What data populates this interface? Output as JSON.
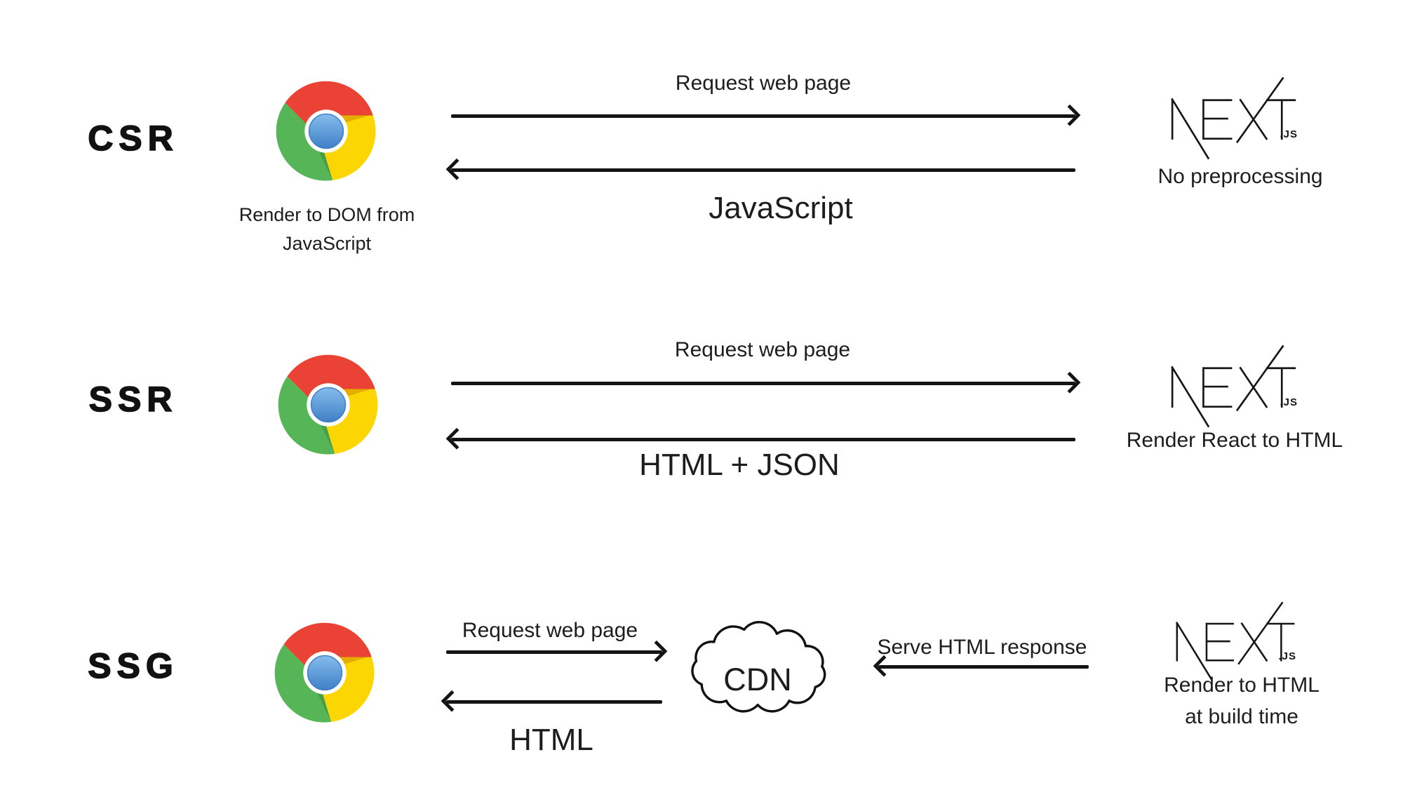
{
  "colors": {
    "background": "#ffffff",
    "text": "#1d1d1d",
    "arrow": "#141414",
    "chrome_red": "#EA4335",
    "chrome_yellow": "#FCD602",
    "chrome_green": "#56B556",
    "chrome_blue_top": "#85BCEC",
    "chrome_blue_bottom": "#3F80C6",
    "nextjs_logo": "#161616",
    "cloud_outline": "#111111"
  },
  "icons": {
    "client": "chrome-browser-logo",
    "server": "nextjs-logo",
    "ssg_cache": "cdn-cloud"
  },
  "rows": {
    "csr": {
      "label": "CSR",
      "client_caption_line1": "Render to DOM from",
      "client_caption_line2": "JavaScript",
      "request_arrow_label": "Request web page",
      "response_arrow_label": "JavaScript",
      "server_logo_suffix": ".JS",
      "server_caption": "No preprocessing"
    },
    "ssr": {
      "label": "SSR",
      "request_arrow_label": "Request web page",
      "response_arrow_label": "HTML + JSON",
      "server_logo_suffix": ".JS",
      "server_caption": "Render React to HTML"
    },
    "ssg": {
      "label": "SSG",
      "request_arrow_label": "Request web page",
      "response_arrow_label": "HTML",
      "cdn_label": "CDN",
      "serve_arrow_label": "Serve HTML response",
      "server_logo_suffix": ".JS",
      "server_caption_line1": "Render to HTML",
      "server_caption_line2": "at build time"
    }
  }
}
